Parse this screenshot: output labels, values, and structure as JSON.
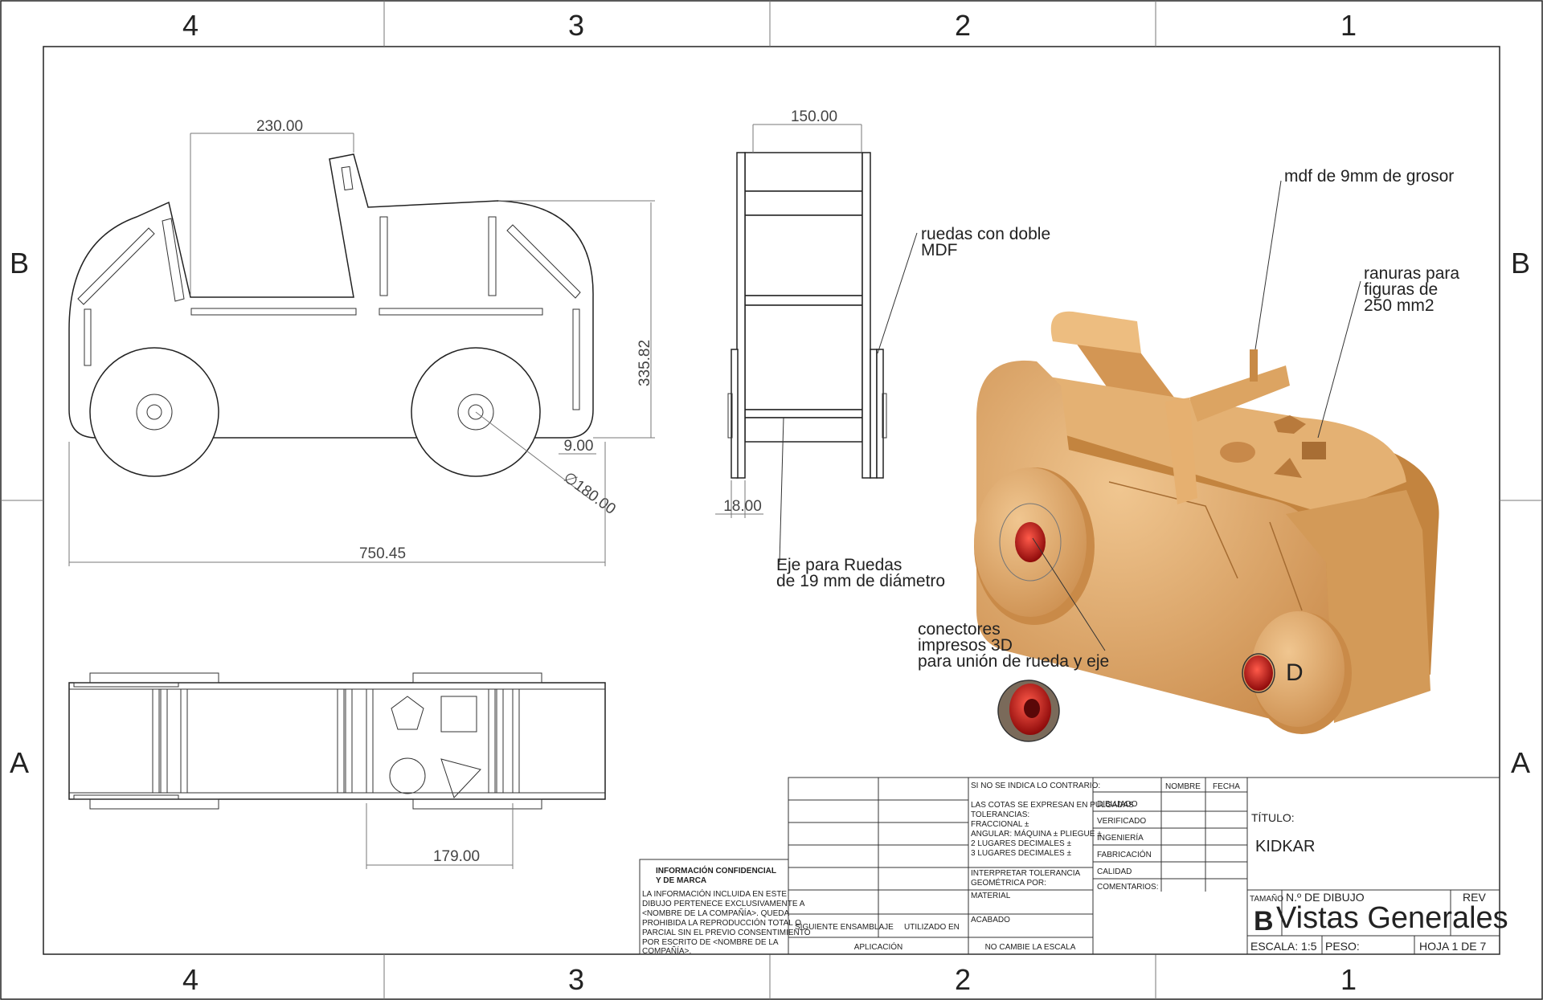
{
  "zones": {
    "columns": [
      "4",
      "3",
      "2",
      "1"
    ],
    "rows": [
      "B",
      "A"
    ]
  },
  "dimensions": {
    "d230": "230.00",
    "d150": "150.00",
    "d335": "335.82",
    "d9": "9.00",
    "d180": "∅180.00",
    "d750": "750.45",
    "d18": "18.00",
    "d179": "179.00"
  },
  "annotations": {
    "ruedas": [
      "ruedas con doble",
      "MDF"
    ],
    "mdf": "mdf de 9mm de grosor",
    "ranuras": [
      "ranuras para",
      "figuras de",
      "250 mm2"
    ],
    "eje": [
      "Eje para Ruedas",
      "de 19 mm de diámetro"
    ],
    "conectores": [
      "conectores",
      "impresos 3D",
      "para unión de rueda y eje"
    ],
    "detail": "D"
  },
  "titleblock": {
    "si_no": "SI NO SE INDICA LO CONTRARIO:",
    "cotas": [
      "LAS COTAS SE EXPRESAN EN PULGADAS",
      "TOLERANCIAS:",
      "FRACCIONAL ±",
      "ANGULAR: MÁQUINA ±    PLIEGUE ±",
      "2 LUGARES DECIMALES   ±",
      "3 LUGARES DECIMALES ±"
    ],
    "interpretar": [
      "INTERPRETAR TOLERANCIA",
      "GEOMÉTRICA POR:"
    ],
    "material": "MATERIAL",
    "acabado": "ACABADO",
    "no_cambie": "NO CAMBIE LA ESCALA",
    "siguiente": "SIGUIENTE ENSAMBLAJE",
    "utilizado": "UTILIZADO EN",
    "aplicacion": "APLICACIÓN",
    "nombre": "NOMBRE",
    "fecha": "FECHA",
    "roles": [
      "DIBUJADO",
      "VERIFICADO",
      "INGENIERÍA",
      "FABRICACIÓN",
      "CALIDAD"
    ],
    "comentarios": "COMENTARIOS:",
    "titulo_label": "TÍTULO:",
    "titulo": "KIDKAR",
    "tamano_label": "TAMAÑO",
    "ndibujo_label": "N.º DE DIBUJO",
    "rev_label": "REV",
    "size": "B",
    "drawing_name": "Vistas Generales",
    "escala": "ESCALA: 1:5",
    "peso": "PESO:",
    "hoja": "HOJA 1 DE 7",
    "conf_title": [
      "INFORMACIÓN CONFIDENCIAL",
      "Y DE MARCA"
    ],
    "conf_body": [
      "LA INFORMACIÓN INCLUIDA EN ESTE",
      "DIBUJO PERTENECE EXCLUSIVAMENTE A",
      "<NOMBRE DE LA COMPAÑÍA>. QUEDA",
      "PROHIBIDA LA REPRODUCCIÓN TOTAL O",
      "PARCIAL SIN EL PREVIO CONSENTIMIENTO",
      "POR ESCRITO DE <NOMBRE DE LA",
      "COMPAÑÍA>."
    ]
  },
  "colors": {
    "wood": "#e0a866",
    "wood_dark": "#b97a3c",
    "connector": "#cc1111"
  }
}
